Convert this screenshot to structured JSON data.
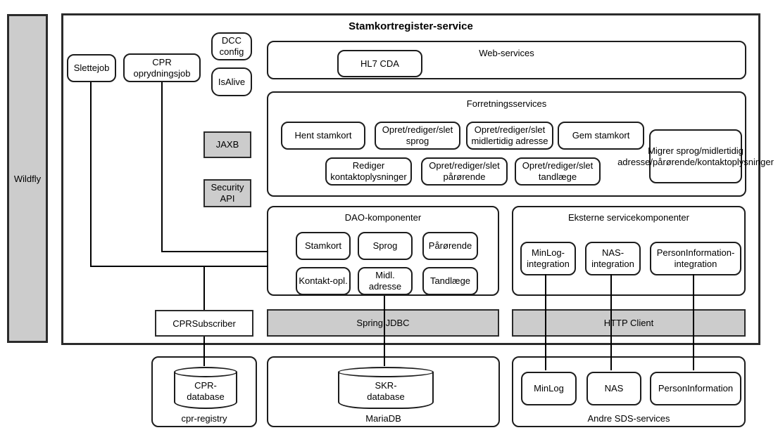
{
  "service": {
    "title": "Stamkortregister-service"
  },
  "wildfly": {
    "label": "Wildfly"
  },
  "jobs": {
    "slettejob": "Slettejob",
    "oprydningsjob": "CPR oprydningsjob",
    "dcc_config": "DCC config",
    "isalive": "IsAlive"
  },
  "libs": {
    "jaxb": "JAXB",
    "security_api": "Security API"
  },
  "web_services": {
    "label": "Web-services",
    "hl7_cda": "HL7 CDA"
  },
  "forretningsservices": {
    "label": "Forretningsservices",
    "row1": [
      "Hent stamkort",
      "Opret/rediger/slet sprog",
      "Opret/rediger/slet midlertidig adresse",
      "Gem stamkort"
    ],
    "migrer": "Migrer sprog/midlertidig adresse/pårørende/kontaktoplysninger",
    "row2": [
      "Rediger kontaktoplysninger",
      "Opret/rediger/slet pårørende",
      "Opret/rediger/slet tandlæge"
    ]
  },
  "dao": {
    "label": "DAO-komponenter",
    "items": [
      "Stamkort",
      "Sprog",
      "Pårørende",
      "Kontakt-opl.",
      "Midl. adresse",
      "Tandlæge"
    ]
  },
  "eksterne": {
    "label": "Eksterne servicekomponenter",
    "items": [
      "MinLog-integration",
      "NAS-integration",
      "PersonInformation-integration"
    ]
  },
  "bars": {
    "cpr_subscriber": "CPRSubscriber",
    "spring_jdbc": "Spring JDBC",
    "http_client": "HTTP Client"
  },
  "databases": {
    "cpr_registry": {
      "label": "cpr-registry",
      "db": "CPR-database"
    },
    "mariadb": {
      "label": "MariaDB",
      "db": "SKR-database"
    },
    "sds": {
      "label": "Andre SDS-services",
      "items": [
        "MinLog",
        "NAS",
        "PersonInformation"
      ]
    }
  },
  "colors": {
    "gray_fill": "#cccccc",
    "border_dark": "#2b2b2b",
    "line": "#000000",
    "background": "#ffffff"
  }
}
